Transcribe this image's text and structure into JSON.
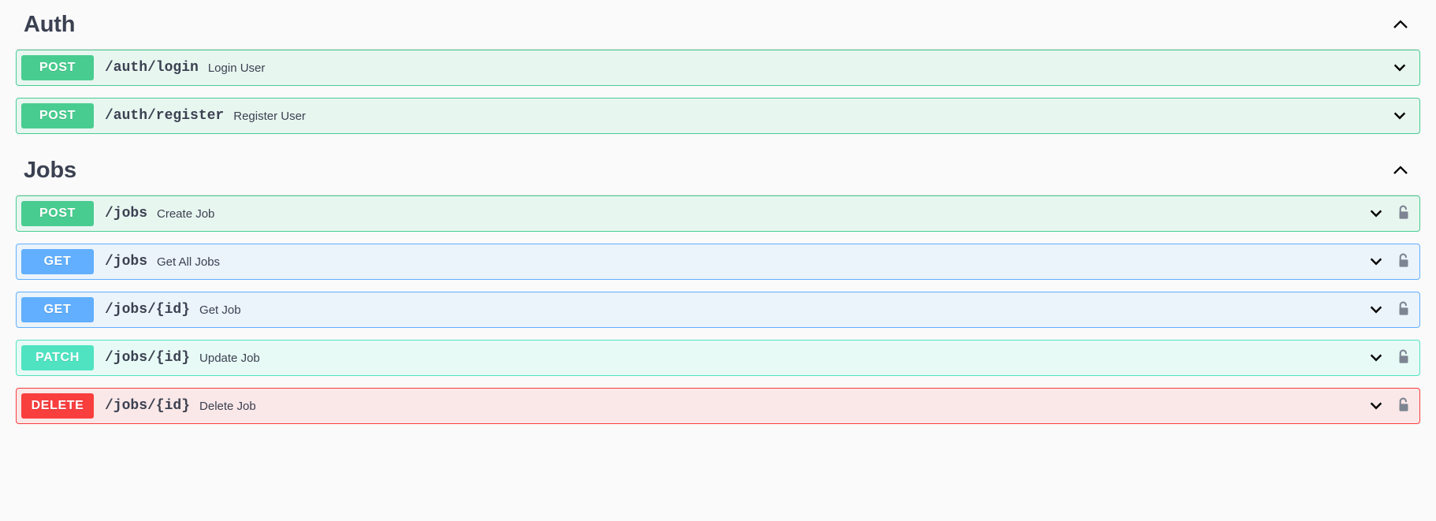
{
  "sections": [
    {
      "name": "Auth",
      "collapse_icon": "chevron-up-icon",
      "operations": [
        {
          "method": "POST",
          "method_key": "post",
          "path": "/auth/login",
          "description": "Login User",
          "locked": false,
          "chevron_icon": "chevron-down-icon"
        },
        {
          "method": "POST",
          "method_key": "post",
          "path": "/auth/register",
          "description": "Register User",
          "locked": false,
          "chevron_icon": "chevron-down-icon"
        }
      ]
    },
    {
      "name": "Jobs",
      "collapse_icon": "chevron-up-icon",
      "operations": [
        {
          "method": "POST",
          "method_key": "post",
          "path": "/jobs",
          "description": "Create Job",
          "locked": true,
          "chevron_icon": "chevron-down-icon",
          "lock_icon": "unlocked-padlock-icon"
        },
        {
          "method": "GET",
          "method_key": "get",
          "path": "/jobs",
          "description": "Get All Jobs",
          "locked": true,
          "chevron_icon": "chevron-down-icon",
          "lock_icon": "unlocked-padlock-icon"
        },
        {
          "method": "GET",
          "method_key": "get",
          "path": "/jobs/{id}",
          "description": "Get Job",
          "locked": true,
          "chevron_icon": "chevron-down-icon",
          "lock_icon": "unlocked-padlock-icon"
        },
        {
          "method": "PATCH",
          "method_key": "patch",
          "path": "/jobs/{id}",
          "description": "Update Job",
          "locked": true,
          "chevron_icon": "chevron-down-icon",
          "lock_icon": "unlocked-padlock-icon"
        },
        {
          "method": "DELETE",
          "method_key": "delete",
          "path": "/jobs/{id}",
          "description": "Delete Job",
          "locked": true,
          "chevron_icon": "chevron-down-icon",
          "lock_icon": "unlocked-padlock-icon"
        }
      ]
    }
  ],
  "colors": {
    "page_background": "#fafafa",
    "post": "#49cc90",
    "post_row_background": "#e8f6f0",
    "get": "#61affe",
    "get_row_background": "#ebf3fb",
    "patch": "#50e3c2",
    "patch_row_background": "#e7faf5",
    "delete": "#f93e3e",
    "delete_row_background": "#fae7e7",
    "text": "#3b4151",
    "lock": "#7d8492"
  }
}
